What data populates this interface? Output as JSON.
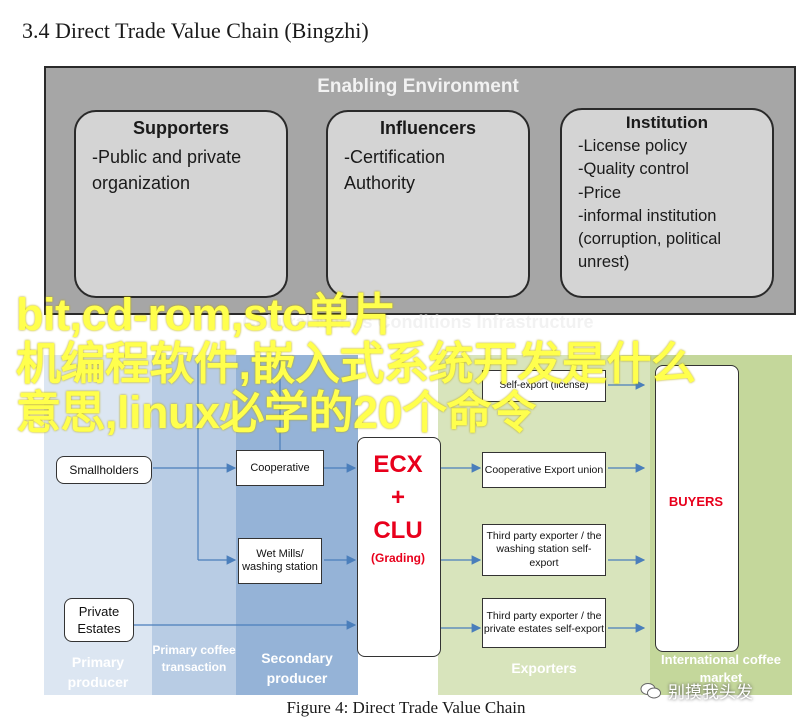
{
  "page_title": "3.4 Direct Trade Value Chain (Bingzhi)",
  "enabling": {
    "title": "Enabling Environment",
    "supporters": {
      "title": "Supporters",
      "lines": [
        "-Public and private",
        "organization"
      ]
    },
    "influencers": {
      "title": "Influencers",
      "lines": [
        "-Certification",
        "Authority"
      ]
    },
    "institution": {
      "title": "Institution",
      "lines": [
        "-License policy",
        "-Quality control",
        "-Price",
        "-informal institution",
        "(corruption, political",
        "unrest)"
      ]
    },
    "infrastructure_label": "Cultural Norms Conditions Infrastructure"
  },
  "chain": {
    "columns": [
      "Primary producer",
      "Primary coffee transaction",
      "Secondary producer",
      "Exporters",
      "International coffee market"
    ],
    "smallholders": "Smallholders",
    "private_estates": "Private Estates",
    "cooperative": "Cooperative",
    "wet_mills": "Wet Mills/ washing station",
    "ecx_lines": [
      "ECX",
      "+",
      "CLU"
    ],
    "grading": "(Grading)",
    "self_export": "Self-export (license)",
    "coop_export": "Cooperative Export union",
    "third_party_washing": "Third party exporter / the washing station self-export",
    "third_party_private": "Third party exporter / the private estates self-export",
    "buyers": "BUYERS"
  },
  "overlay_text": [
    "bit,cd-rom,stc单片",
    "机编程软件,嵌入式系统开发是什么",
    "意思,linux必学的20个命令"
  ],
  "caption": "Figure 4: Direct Trade Value Chain",
  "watermark": "别摸我头发",
  "colors": {
    "red_accent": "#e8001c",
    "env_panel": "#a6a6a6",
    "col_light_blue": "#dce6f2",
    "col_mid_blue": "#b8cce4",
    "col_dark_blue": "#95b3d7",
    "col_green_light": "#d8e4bc",
    "col_green_dark": "#c4d79b",
    "overlay_yellow": "#ffff4d"
  }
}
